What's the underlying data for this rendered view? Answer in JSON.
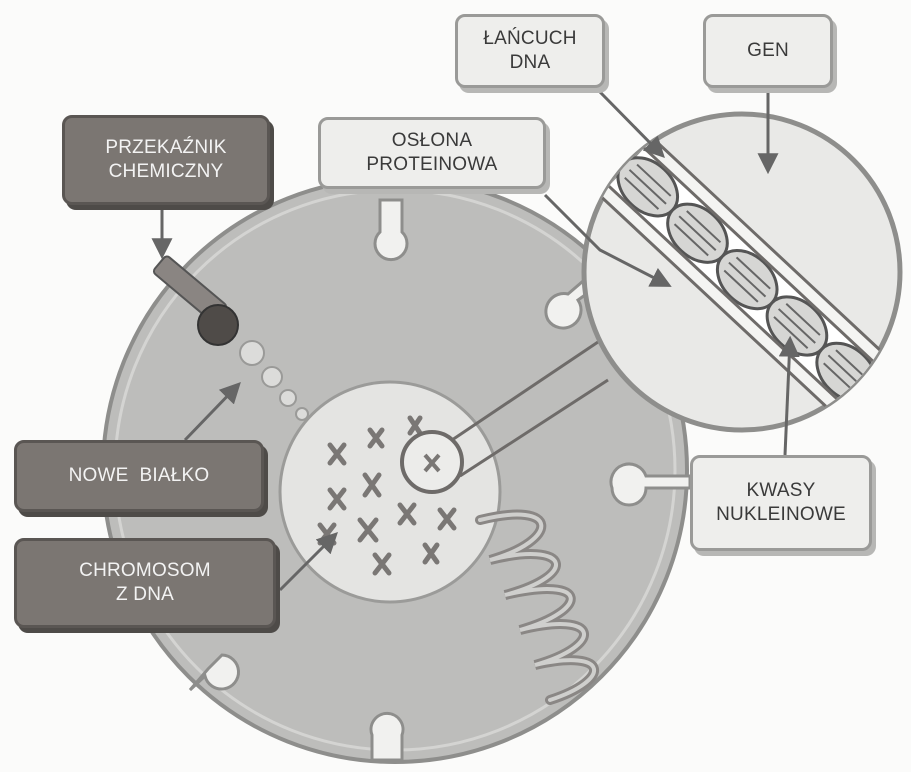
{
  "labels": {
    "przekaznik": {
      "line1": "PRZEKAŹNIK",
      "line2": "CHEMICZNY"
    },
    "oslona": {
      "line1": "OSŁONA",
      "line2": "PROTEINOWA"
    },
    "lancuch": {
      "line1": "ŁAŃCUCH",
      "line2": "DNA"
    },
    "gen": {
      "line1": "GEN"
    },
    "nowe_bialko": {
      "line1": "NOWE  BIAŁKO"
    },
    "chromosom": {
      "line1": "CHROMOSOM",
      "line2": "Z DNA"
    },
    "kwasy": {
      "line1": "KWASY",
      "line2": "NUKLEINOWE"
    }
  },
  "colors": {
    "cell_fill": "#b9b9b7",
    "cell_stroke": "#8f8f8d",
    "nucleus_fill": "#e3e3e1",
    "dark_label": "#7b7672",
    "light_label": "#eeeeec"
  }
}
